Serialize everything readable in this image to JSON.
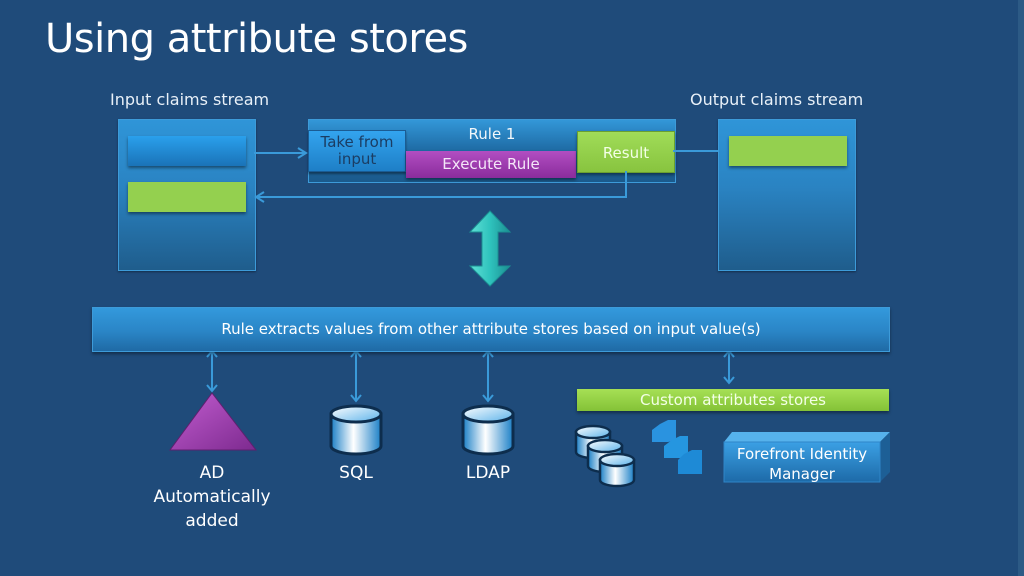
{
  "slide": {
    "title": "Using attribute stores"
  },
  "input_stream": {
    "label": "Input claims stream"
  },
  "output_stream": {
    "label": "Output claims stream"
  },
  "rule": {
    "title": "Rule 1",
    "take_from_input": "Take from input",
    "execute": "Execute Rule",
    "result": "Result"
  },
  "extract_bar": {
    "label": "Rule extracts values from other attribute stores based on input value(s)"
  },
  "stores": [
    {
      "name": "AD",
      "note": "Automatically added",
      "icon": "triangle-icon"
    },
    {
      "name": "SQL",
      "icon": "database-icon"
    },
    {
      "name": "LDAP",
      "icon": "database-icon"
    }
  ],
  "custom_stores": {
    "label": "Custom attributes stores",
    "fim_label": "Forefront Identity Manager"
  },
  "colors": {
    "background": "#1f4b7a",
    "claim_blue": "#2596e0",
    "claim_green": "#94d04f",
    "rule_purple": "#9a36ad",
    "connector": "#3a9ad9",
    "teal_arrow": "#2fc3bd"
  }
}
